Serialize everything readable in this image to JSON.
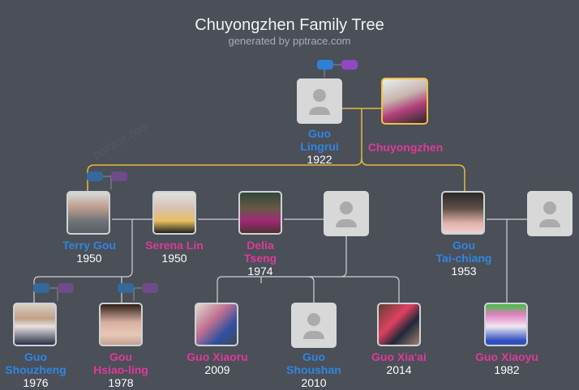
{
  "header": {
    "title": "Chuyongzhen Family Tree",
    "subtitle": "generated by pptrace.com",
    "watermark": "pptrace.com"
  },
  "colors": {
    "background": "#4a4f58",
    "male": "#2f86e0",
    "female": "#e0399a",
    "spouse_line": "#f0c040",
    "line": "#cfd2d6"
  },
  "people": {
    "guo_lingrui": {
      "name": "Guo Lingrui",
      "line1": "Guo",
      "line2": "Lingrui",
      "year": "1922",
      "gender": "male",
      "photo": "silhouette-icon"
    },
    "chuyongzhen": {
      "name": "Chuyongzhen",
      "year": "",
      "gender": "female",
      "photo": "photo"
    },
    "terry_gou": {
      "name": "Terry Gou",
      "year": "1950",
      "gender": "male",
      "photo": "photo"
    },
    "serena_lin": {
      "name": "Serena Lin",
      "year": "1950",
      "gender": "female",
      "photo": "photo"
    },
    "delia_tseng": {
      "name": "Delia Tseng",
      "line1": "Delia",
      "line2": "Tseng",
      "year": "1974",
      "gender": "female",
      "photo": "photo"
    },
    "unknown_spouse_1": {
      "name": "",
      "year": "",
      "gender": "unknown",
      "photo": "silhouette-icon"
    },
    "gou_tai_chiang": {
      "name": "Gou Tai-chiang",
      "line1": "Gou",
      "line2": "Tai-chiang",
      "year": "1953",
      "gender": "male",
      "photo": "photo"
    },
    "unknown_spouse_2": {
      "name": "",
      "year": "",
      "gender": "unknown",
      "photo": "silhouette-icon"
    },
    "guo_shouzheng": {
      "name": "Guo Shouzheng",
      "line1": "Guo",
      "line2": "Shouzheng",
      "year": "1976",
      "gender": "male",
      "photo": "photo"
    },
    "gou_hsiao_ling": {
      "name": "Gou Hsiao-ling",
      "line1": "Gou",
      "line2": "Hsiao-ling",
      "year": "1978",
      "gender": "female",
      "photo": "photo"
    },
    "guo_xiaoru": {
      "name": "Guo Xiaoru",
      "year": "2009",
      "gender": "female",
      "photo": "photo"
    },
    "guo_shoushan": {
      "name": "Guo Shoushan",
      "line1": "Guo",
      "line2": "Shoushan",
      "year": "2010",
      "gender": "male",
      "photo": "silhouette-icon"
    },
    "guo_xiaai": {
      "name": "Guo Xia'ai",
      "year": "2014",
      "gender": "female",
      "photo": "photo"
    },
    "guo_xiaoyu": {
      "name": "Guo Xiaoyu",
      "year": "1982",
      "gender": "female",
      "photo": "photo"
    }
  }
}
